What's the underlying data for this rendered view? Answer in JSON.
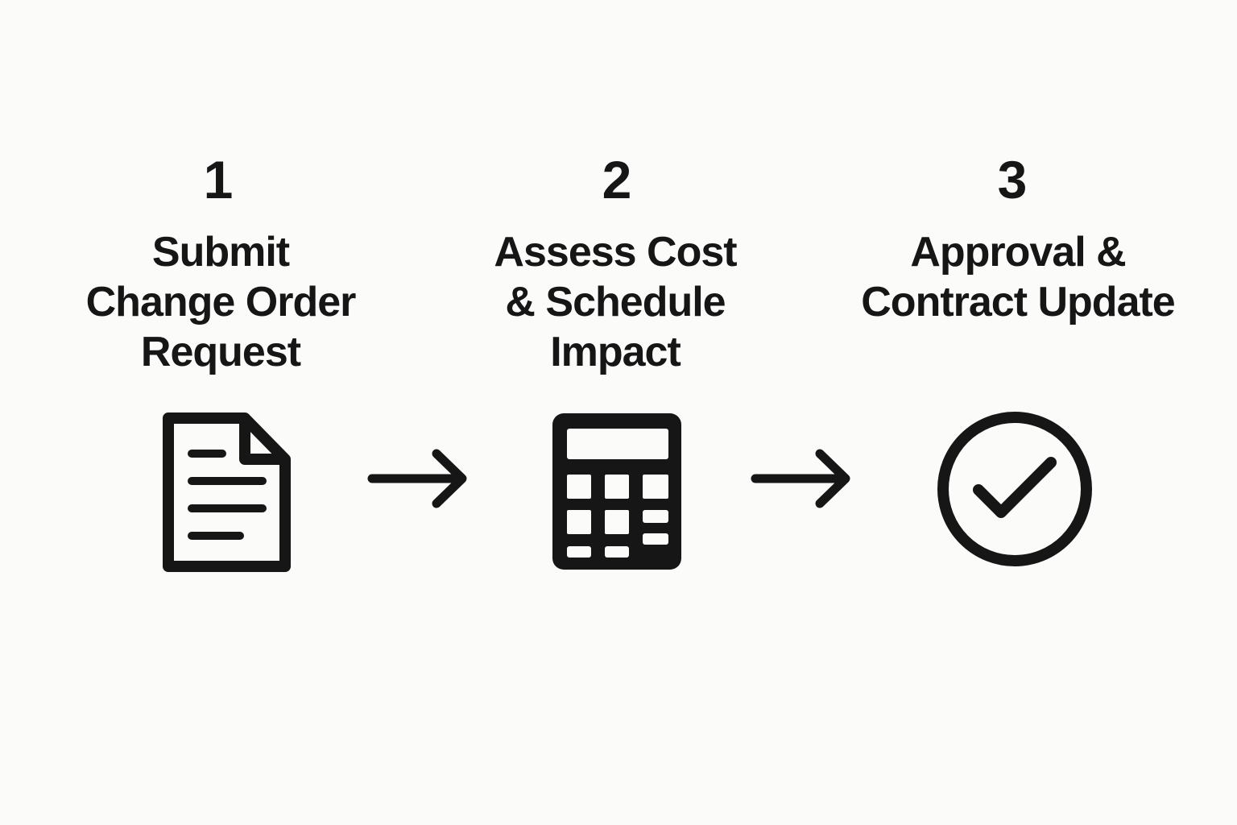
{
  "steps": [
    {
      "number": "1",
      "title": "Submit\nChange Order\nRequest",
      "icon": "document-icon"
    },
    {
      "number": "2",
      "title": "Assess Cost\n& Schedule\nImpact",
      "icon": "calculator-icon"
    },
    {
      "number": "3",
      "title": "Approval &\nContract Update",
      "icon": "check-circle-icon"
    }
  ],
  "connectors": [
    {
      "icon": "arrow-right-icon",
      "from": "1",
      "to": "2"
    },
    {
      "icon": "arrow-right-icon",
      "from": "2",
      "to": "3"
    }
  ],
  "colors": {
    "background": "#fbfbfa",
    "foreground": "#161616"
  }
}
